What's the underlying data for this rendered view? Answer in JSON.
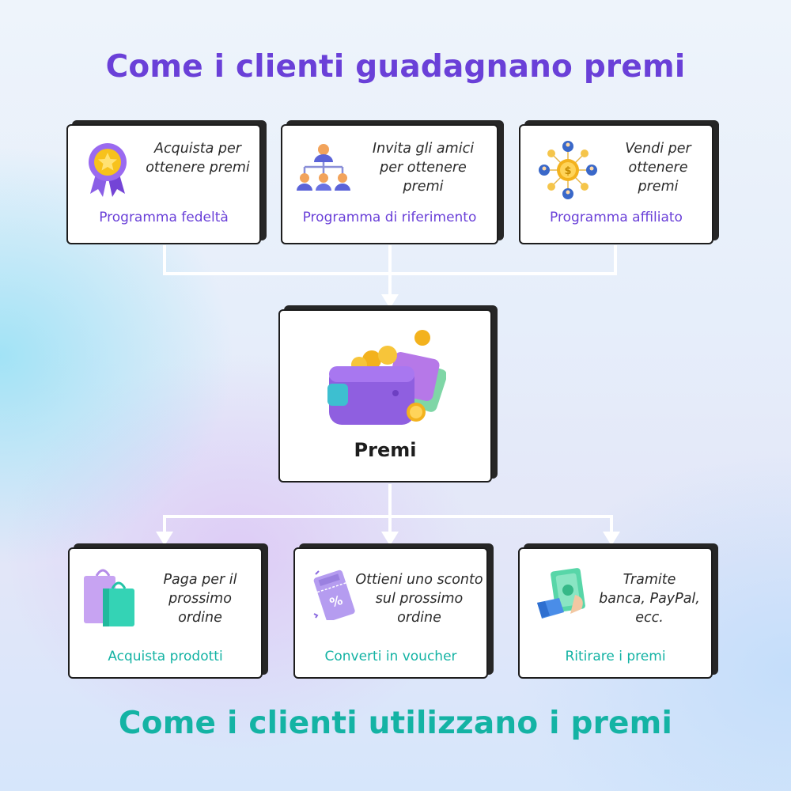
{
  "title_top": "Come i clienti guadagnano premi",
  "title_bottom": "Come i clienti utilizzano i premi",
  "colors": {
    "purple": "#6a40d8",
    "teal": "#14b3a4",
    "card_border": "#1d1d1d"
  },
  "earn_cards": [
    {
      "icon": "medal-star-icon",
      "description": "Acquista per ottenere premi",
      "label": "Programma fedeltà"
    },
    {
      "icon": "referral-hierarchy-icon",
      "description": "Invita gli amici per ottenere premi",
      "label": "Programma di riferimento"
    },
    {
      "icon": "affiliate-network-icon",
      "description": "Vendi per ottenere premi",
      "label": "Programma affiliato"
    }
  ],
  "center": {
    "icon": "wallet-coins-icon",
    "label": "Premi"
  },
  "use_cards": [
    {
      "icon": "shopping-bags-icon",
      "description": "Paga per il prossimo ordine",
      "label": "Acquista prodotti"
    },
    {
      "icon": "discount-voucher-icon",
      "description": "Ottieni uno sconto sul prossimo ordine",
      "label": "Converti in voucher"
    },
    {
      "icon": "hand-cash-icon",
      "description": "Tramite banca, PayPal, ecc.",
      "label": "Ritirare i premi"
    }
  ]
}
